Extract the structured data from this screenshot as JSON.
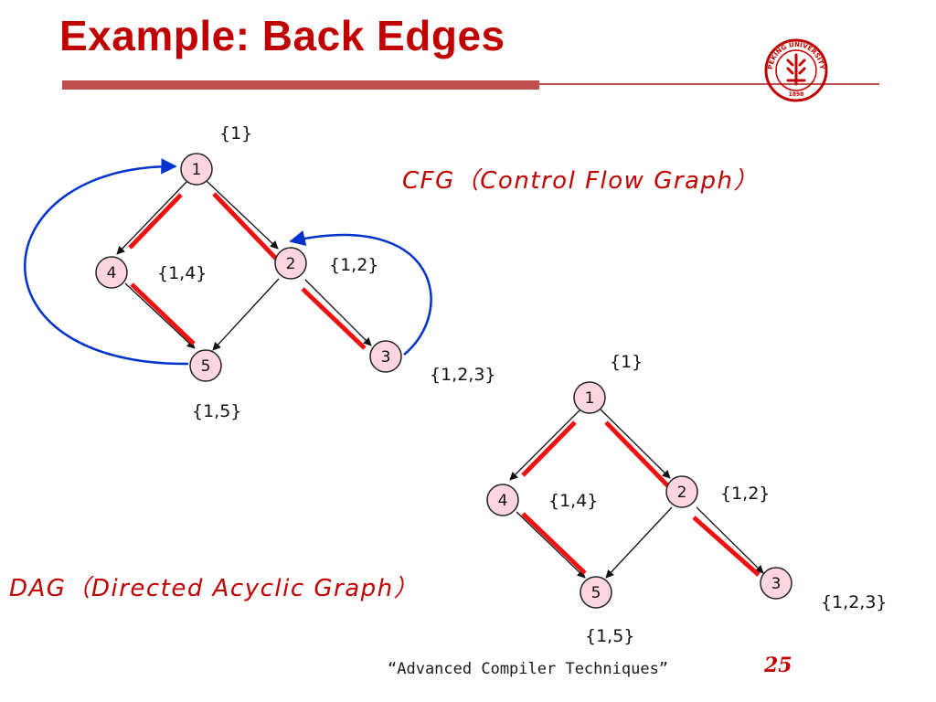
{
  "slide": {
    "title": "Example: Back Edges",
    "footer": "“Advanced Compiler Techniques”",
    "page_number": "25"
  },
  "colors": {
    "title": "#c00000",
    "rule": "#c0504d",
    "back_edge": "#0033cc",
    "tree_edge": "#ee1111",
    "node_fill": "#ffd6e0"
  },
  "logo": {
    "text_top": "PEKING UNIVERSITY",
    "year": "1898"
  },
  "cfg": {
    "caption": "CFG（Control Flow Graph）",
    "nodes": [
      {
        "id": "1",
        "set": "{1}"
      },
      {
        "id": "2",
        "set": "{1,2}"
      },
      {
        "id": "3",
        "set": "{1,2,3}"
      },
      {
        "id": "4",
        "set": "{1,4}"
      },
      {
        "id": "5",
        "set": "{1,5}"
      }
    ],
    "edges": [
      [
        "1",
        "4"
      ],
      [
        "1",
        "2"
      ],
      [
        "4",
        "5"
      ],
      [
        "2",
        "5"
      ],
      [
        "2",
        "3"
      ]
    ],
    "back_edges": [
      [
        "5",
        "1"
      ],
      [
        "3",
        "2"
      ]
    ],
    "highlighted_edges": [
      [
        "1",
        "4"
      ],
      [
        "1",
        "2"
      ],
      [
        "4",
        "5"
      ],
      [
        "2",
        "3"
      ]
    ]
  },
  "dag": {
    "caption": "DAG（Directed Acyclic Graph）",
    "nodes": [
      {
        "id": "1",
        "set": "{1}"
      },
      {
        "id": "2",
        "set": "{1,2}"
      },
      {
        "id": "3",
        "set": "{1,2,3}"
      },
      {
        "id": "4",
        "set": "{1,4}"
      },
      {
        "id": "5",
        "set": "{1,5}"
      }
    ],
    "edges": [
      [
        "1",
        "4"
      ],
      [
        "1",
        "2"
      ],
      [
        "4",
        "5"
      ],
      [
        "2",
        "5"
      ],
      [
        "2",
        "3"
      ]
    ],
    "highlighted_edges": [
      [
        "1",
        "4"
      ],
      [
        "1",
        "2"
      ],
      [
        "4",
        "5"
      ],
      [
        "2",
        "3"
      ]
    ]
  }
}
